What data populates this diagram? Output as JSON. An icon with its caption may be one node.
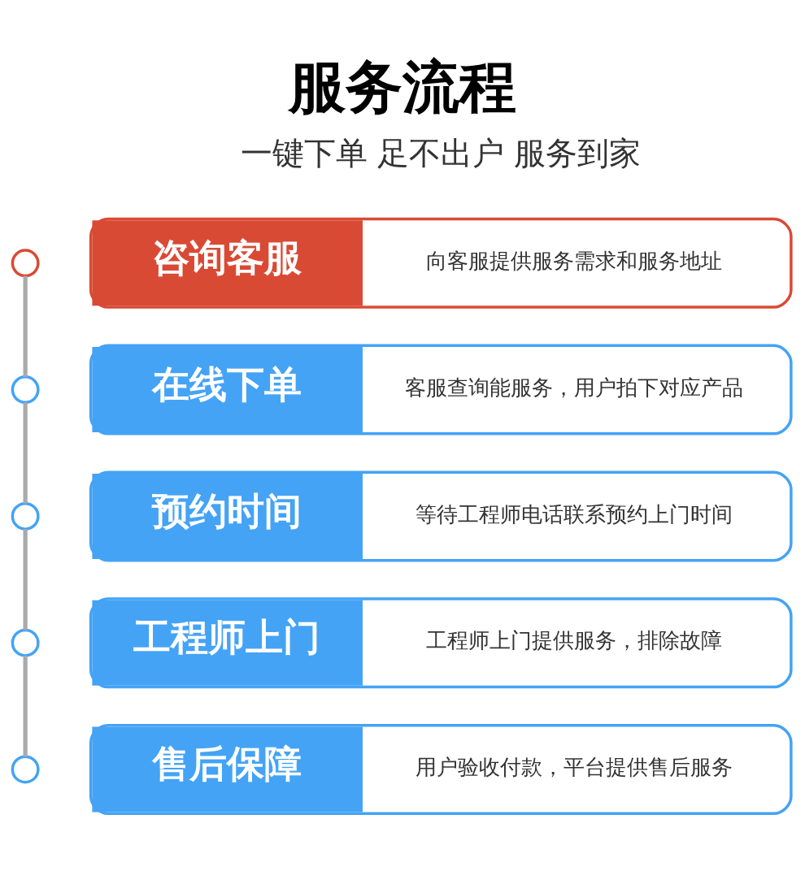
{
  "diagram": {
    "title": "服务流程",
    "nodes": [
      {
        "text": [],
        "shape": "circle"
      },
      {
        "text": [
          "咨询客服",
          "向客服提供服务需求和服务地址"
        ]
      },
      {
        "text": [],
        "shape": "circle"
      },
      {
        "text": [
          "在线下单",
          "客服查询能服务，用户拍下对应产品"
        ]
      },
      {
        "text": [],
        "shape": "circle"
      },
      {
        "text": [
          "预约时间",
          "等待工程师电话联系预约上门时间"
        ]
      },
      {
        "text": [],
        "shape": "circle"
      },
      {
        "text": [
          "工程师上门",
          "工程师上门提供服务，排除故障"
        ]
      },
      {
        "text": [],
        "shape": "circle"
      },
      {
        "text": [
          "售后保障",
          "用户验收付款，平台提供售后服务"
        ]
      }
    ],
    "edges": [
      {
        "from": 0,
        "to": 2,
        "arrow": "none"
      },
      {
        "from": 2,
        "to": 4,
        "arrow": "none"
      },
      {
        "from": 4,
        "to": 6,
        "arrow": "none"
      },
      {
        "from": 6,
        "to": 8,
        "arrow": "none"
      }
    ],
    "labels": [
      "一键下单 足不出户 服务到家"
    ]
  }
}
